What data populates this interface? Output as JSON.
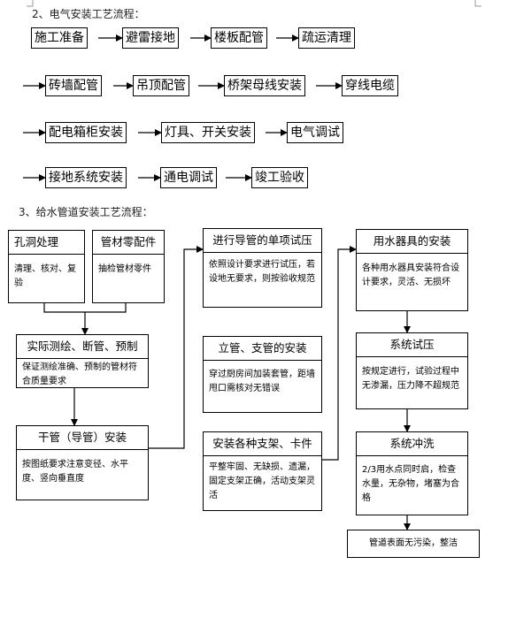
{
  "section2": {
    "heading": "2、电气安装工艺流程：",
    "row1": [
      "施工准备",
      "避雷接地",
      "楼板配管",
      "疏运清理"
    ],
    "row2": [
      "砖墙配管",
      "吊顶配管",
      "桥架母线安装",
      "穿线电缆"
    ],
    "row3": [
      "配电箱柜安装",
      "灯具、开关安装",
      "电气调试"
    ],
    "row4": [
      "接地系统安装",
      "通电调试",
      "竣工验收"
    ]
  },
  "section3": {
    "heading": "3、给水管道安装工艺流程：",
    "hole": {
      "title": "孔洞处理",
      "desc": "清理、核对、复验"
    },
    "parts": {
      "title": "管材零配件",
      "desc": "抽检管材零件"
    },
    "survey": {
      "title": "实际测绘、断管、预制",
      "desc": "保证测绘准确、预制的管材符合质量要求"
    },
    "trunk": {
      "title": "干管（导管）安装",
      "desc": "按图纸要求注意变径、水平度、竖向垂直度"
    },
    "pressure_item": {
      "title": "进行导管的单项试压",
      "desc": "依照设计要求进行试压，若设地无要求，则按验收规范"
    },
    "riser": {
      "title": "立管、支管的安装",
      "desc": "穿过厨房间加装套管，距墙甩口需核对无错误"
    },
    "support": {
      "title": "安装各种支架、卡件",
      "desc": "平整牢固、无缺损、遗漏，固定支架正确，活动支架灵活"
    },
    "fixture": {
      "title": "用水器具的安装",
      "desc": "各种用水器具安装符合设计要求，灵活、无损坏"
    },
    "system_test": {
      "title": "系统试压",
      "desc": "按规定进行，试验过程中无渗漏，压力降不超规范"
    },
    "flush": {
      "title": "系统冲洗",
      "desc": "2/3用水点同时启，检查水量，无杂物，堵塞为合格"
    },
    "final": {
      "text": "管道表面无污染，整洁"
    }
  }
}
